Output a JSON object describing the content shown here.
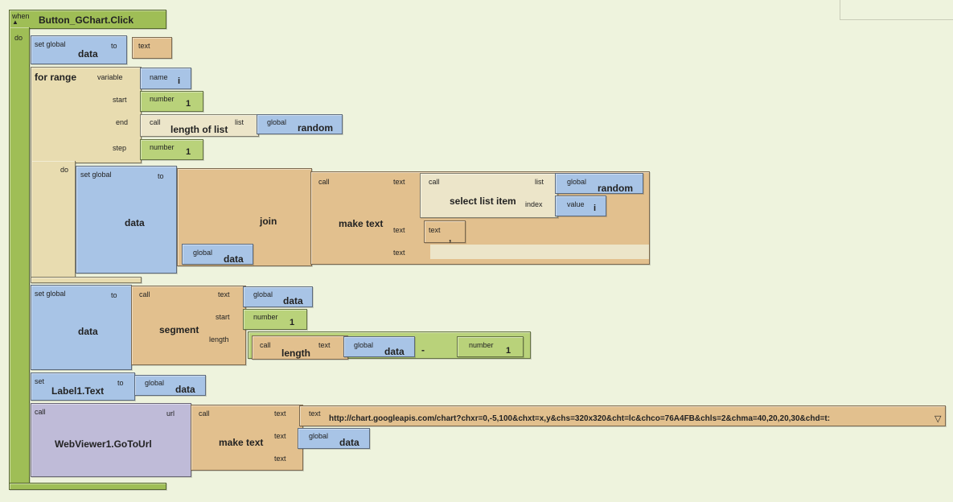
{
  "event": {
    "when": "when",
    "title": "Button_GChart.Click",
    "arrow": "▲",
    "do": "do"
  },
  "set1": {
    "set": "set global",
    "var": "data",
    "to": "to",
    "val_label": "text"
  },
  "for": {
    "title": "for range",
    "variable": "variable",
    "name_label": "name",
    "name_val": "i",
    "start": "start",
    "number": "number",
    "start_val": "1",
    "end": "end",
    "call": "call",
    "length_of_list": "length of list",
    "list": "list",
    "global": "global",
    "random": "random",
    "step": "step",
    "step_val": "1",
    "do": "do"
  },
  "inner": {
    "set": "set global",
    "to": "to",
    "var": "data",
    "join": "join",
    "call": "call",
    "make_text": "make text",
    "text": "text",
    "select_list_item": "select list item",
    "list": "list",
    "index": "index",
    "global": "global",
    "random": "random",
    "value": "value",
    "i": "i",
    "comma": ",",
    "data": "data"
  },
  "set2": {
    "set": "set global",
    "to": "to",
    "var": "data",
    "call": "call",
    "segment": "segment",
    "text": "text",
    "start": "start",
    "length": "length",
    "global": "global",
    "data": "data",
    "number": "number",
    "one": "1",
    "len": "length",
    "minus": "-"
  },
  "label": {
    "set": "set",
    "name": "Label1.Text",
    "to": "to",
    "global": "global",
    "data": "data"
  },
  "web": {
    "call": "call",
    "name": "WebViewer1.GoToUrl",
    "url": "url",
    "make_text": "make text",
    "text": "text",
    "url_value": "http://chart.googleapis.com/chart?chxr=0,-5,100&chxt=x,y&chs=320x320&cht=lc&chco=76A4FB&chls=2&chma=40,20,20,30&chd=t:",
    "dropdown": "▽",
    "global": "global",
    "data": "data"
  }
}
